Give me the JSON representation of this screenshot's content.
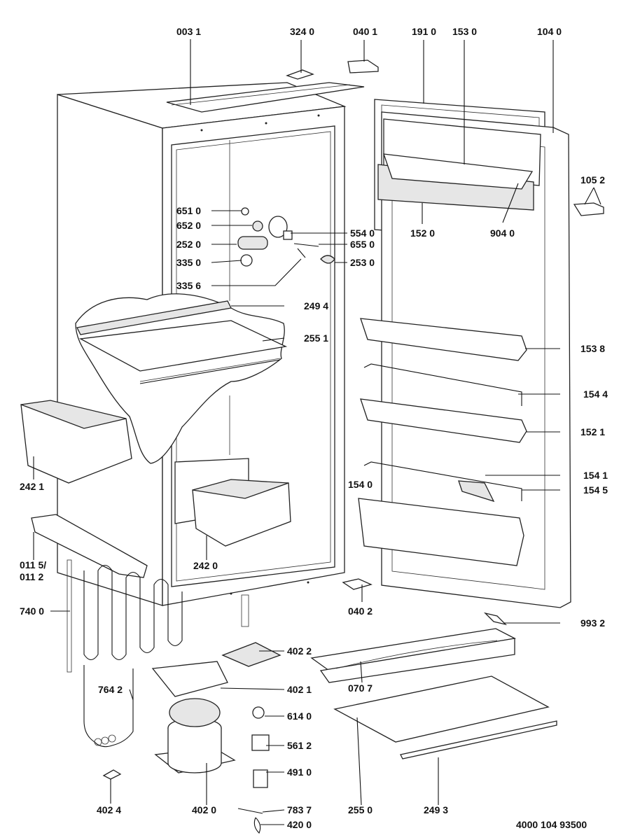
{
  "drawing_number": "4000 104 93500",
  "labels": {
    "l0031": "003 1",
    "l3240": "324 0",
    "l0401": "040 1",
    "l1910": "191 0",
    "l1530": "153 0",
    "l1040": "104 0",
    "l1052": "105 2",
    "l6510": "651 0",
    "l6520": "652 0",
    "l5540": "554 0",
    "l6550": "655 0",
    "l2520": "252 0",
    "l3350": "335 0",
    "l2530": "253 0",
    "l3356": "335 6",
    "l1520": "152 0",
    "l9040": "904 0",
    "l2494": "249 4",
    "l2551": "255 1",
    "l1538": "153 8",
    "l1544": "154 4",
    "l2421": "242 1",
    "l1521": "152 1",
    "l1541": "154 1",
    "l1540": "154 0",
    "l1545": "154 5",
    "l0115": "011 5/",
    "l0112": "011 2",
    "l2420": "242 0",
    "l0402": "040 2",
    "l7400": "740 0",
    "l9932": "993 2",
    "l4022": "402 2",
    "l0707": "070 7",
    "l7642": "764 2",
    "l4021": "402 1",
    "l6140": "614 0",
    "l5612": "561 2",
    "l4910": "491 0",
    "l4024": "402 4",
    "l4020": "402 0",
    "l7837": "783 7",
    "l4200": "420 0",
    "l2550": "255 0",
    "l2493": "249 3"
  }
}
